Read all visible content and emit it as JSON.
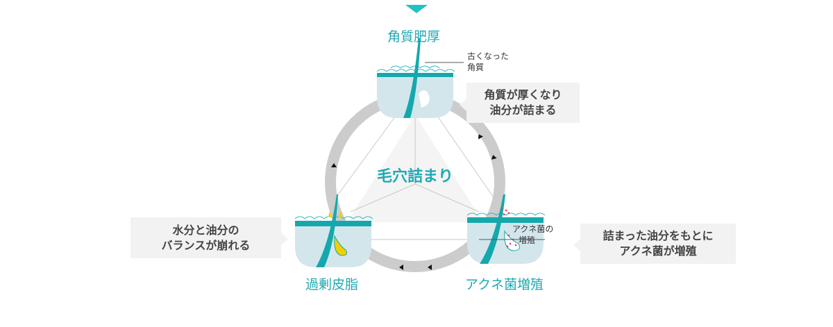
{
  "colors": {
    "teal": "#1fa9b3",
    "ring": "#cccccc",
    "callout_bg": "#f2f2f2",
    "skin": "#d3e6ec",
    "sebum": "#f2d000",
    "bacteria": "#e8384f"
  },
  "center": {
    "label": "毛穴詰まり"
  },
  "stages": {
    "top": {
      "label": "角質肥厚",
      "note": [
        "古くなった",
        "角質"
      ],
      "callout": [
        "角質が厚くなり",
        "油分が詰まる"
      ]
    },
    "left": {
      "label": "過剰皮脂",
      "callout": [
        "水分と油分の",
        "バランスが崩れる"
      ]
    },
    "right": {
      "label": "アクネ菌増殖",
      "note": [
        "アクネ菌の",
        "増殖"
      ],
      "callout": [
        "詰まった油分をもとに",
        "アクネ菌が増殖"
      ]
    }
  }
}
